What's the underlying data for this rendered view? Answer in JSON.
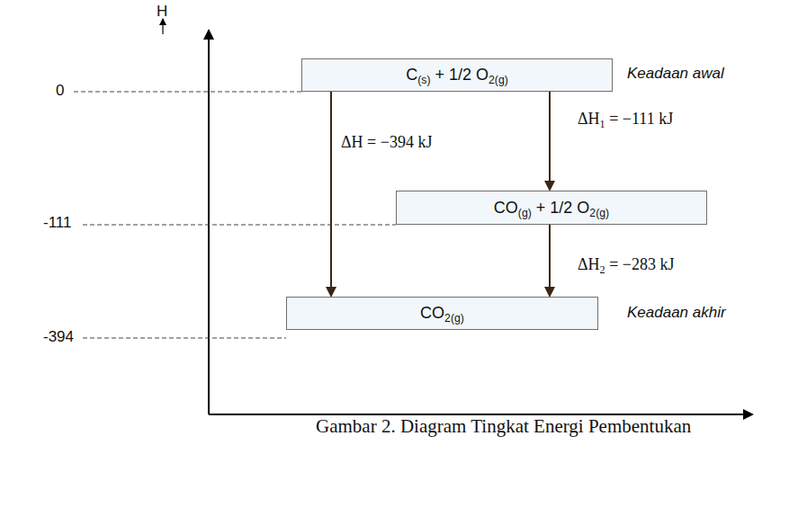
{
  "diagram": {
    "caption": "Gambar 2. Diagram Tingkat Energi Pembentukan",
    "nodes": [
      {
        "text": [
          "C(s) + 1/2 O2(g)"
        ]
      },
      {
        "text": [
          "CO(g) + 1/2 O2(g)"
        ]
      },
      {
        "text": [
          "CO2(g)"
        ]
      }
    ],
    "edges": [
      {
        "from": 0,
        "to": 2,
        "arrow": "to",
        "label": "ΔH = −394 kJ"
      },
      {
        "from": 0,
        "to": 1,
        "arrow": "to",
        "label": "ΔH1 = −111 kJ"
      },
      {
        "from": 1,
        "to": 2,
        "arrow": "to",
        "label": "ΔH2 = −283 kJ"
      }
    ],
    "labels": [
      "H",
      "0",
      "-111",
      "-394",
      "Keadaan awal",
      "Keadaan akhir"
    ]
  }
}
